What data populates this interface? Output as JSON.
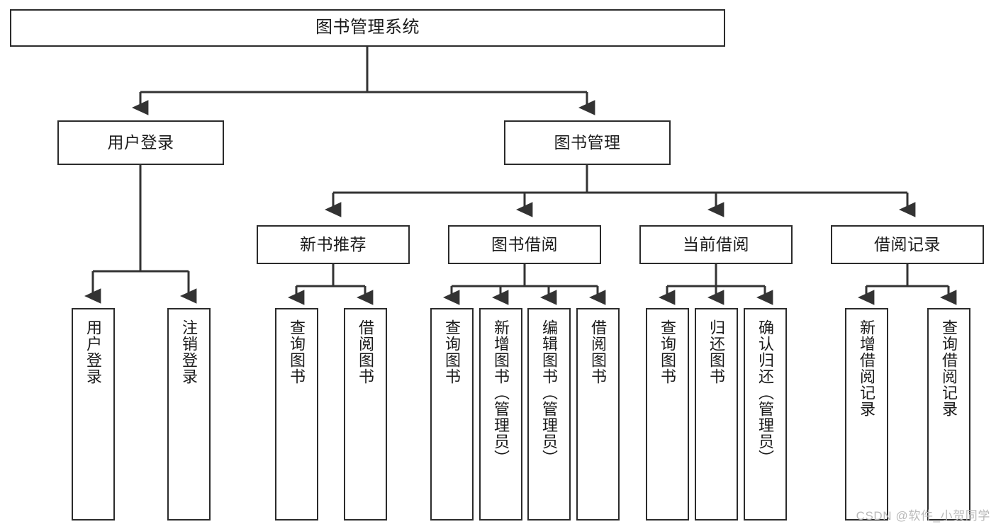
{
  "diagram": {
    "title": "图书管理系统",
    "watermark": "CSDN @软件_小贺同学",
    "colors": {
      "background": "#ffffff",
      "box_fill": "#ffffff",
      "box_border": "#2b2b2b",
      "connector": "#333333",
      "text": "#1b1b1b",
      "watermark": "#b9b9b9"
    },
    "root": {
      "label": "图书管理系统"
    },
    "level2": [
      {
        "label": "用户登录"
      },
      {
        "label": "图书管理"
      }
    ],
    "level3": [
      {
        "label": "新书推荐"
      },
      {
        "label": "图书借阅"
      },
      {
        "label": "当前借阅"
      },
      {
        "label": "借阅记录"
      }
    ],
    "leaves": {
      "user_login": [
        {
          "label": "用户登录"
        },
        {
          "label": "注销登录"
        }
      ],
      "new_book_recommend": [
        {
          "label": "查询图书"
        },
        {
          "label": "借阅图书"
        }
      ],
      "book_borrow": [
        {
          "label": "查询图书"
        },
        {
          "label": "新增图书（管理员）"
        },
        {
          "label": "编辑图书（管理员）"
        },
        {
          "label": "借阅图书"
        }
      ],
      "current_borrow": [
        {
          "label": "查询图书"
        },
        {
          "label": "归还图书"
        },
        {
          "label": "确认归还（管理员）"
        }
      ],
      "borrow_record": [
        {
          "label": "新增借阅记录"
        },
        {
          "label": "查询借阅记录"
        }
      ]
    }
  }
}
